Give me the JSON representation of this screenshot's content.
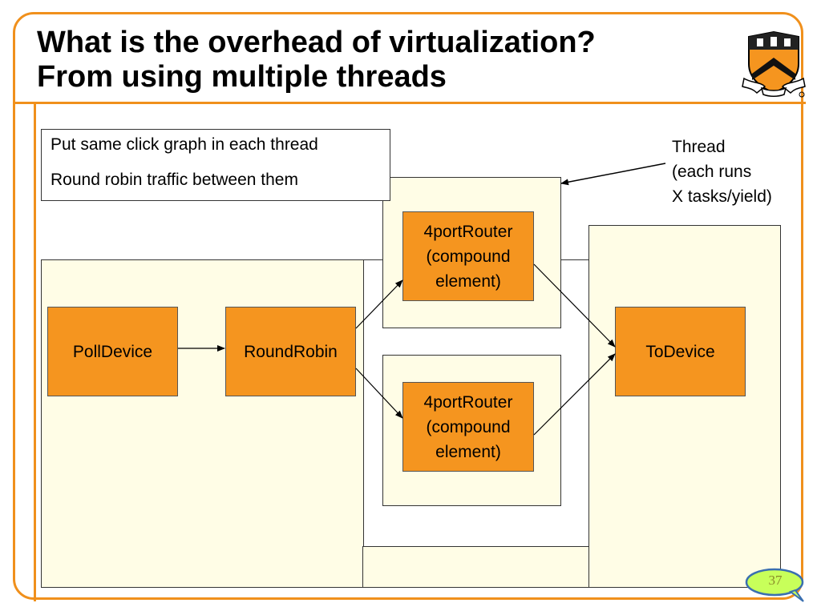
{
  "slide": {
    "title_line1": "What is the overhead of virtualization?",
    "title_line2": "From using multiple threads",
    "page_number": "37"
  },
  "note": {
    "line1": "Put same click graph in each thread",
    "line2": "Round robin traffic between them"
  },
  "thread_label": {
    "line1": "Thread",
    "line2": "(each runs",
    "line3": "X tasks/yield)"
  },
  "nodes": {
    "poll_device": "PollDevice",
    "round_robin": "RoundRobin",
    "router_top": [
      "4portRouter",
      "(compound",
      "element)"
    ],
    "router_bottom": [
      "4portRouter",
      "(compound",
      "element)"
    ],
    "to_device": "ToDevice"
  },
  "colors": {
    "accent": "#f0901c",
    "node_fill": "#f5951f",
    "thread_fill": "#fffde6",
    "badge_fill": "#c8ff5a"
  },
  "icons": {
    "logo": "princeton-shield-icon",
    "badge": "speech-bubble-icon"
  }
}
